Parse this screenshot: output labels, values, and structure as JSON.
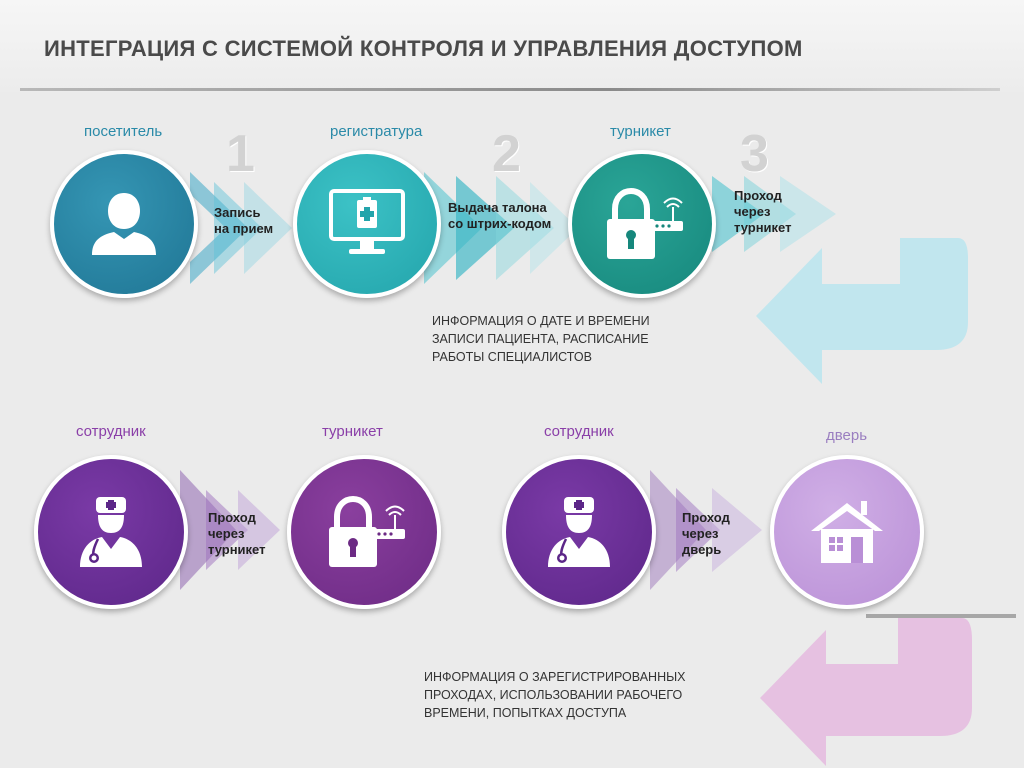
{
  "title": "ИНТЕГРАЦИЯ С СИСТЕМОЙ КОНТРОЛЯ И УПРАВЛЕНИЯ ДОСТУПОМ",
  "flow1": {
    "nodes": [
      {
        "label": "посетитель",
        "icon": "user-icon",
        "color": "#267f9e"
      },
      {
        "label": "регистратура",
        "icon": "monitor-icon",
        "color": "#2bb0b4"
      },
      {
        "label": "турникет",
        "icon": "lock-icon",
        "color": "#1f9a8c"
      }
    ],
    "numbers": [
      "1",
      "2",
      "3"
    ],
    "steps": [
      {
        "line1": "Запись",
        "line2": "на прием"
      },
      {
        "line1": "Выдача талона",
        "line2": "со штрих-кодом"
      },
      {
        "line1": "Проход",
        "line2": "через",
        "line3": "турникет"
      }
    ],
    "info": {
      "line1": "ИНФОРМАЦИЯ О ДАТЕ И ВРЕМЕНИ",
      "line2": "ЗАПИСИ ПАЦИЕНТА, РАСПИСАНИЕ",
      "line3": "РАБОТЫ СПЕЦИАЛИСТОВ"
    }
  },
  "flow2": {
    "nodes": [
      {
        "label": "сотрудник",
        "icon": "doctor-icon",
        "color": "#6a2f95"
      },
      {
        "label": "турникет",
        "icon": "lock-icon",
        "color": "#7b3590"
      },
      {
        "label": "сотрудник",
        "icon": "doctor-icon",
        "color": "#6a2f95"
      },
      {
        "label": "дверь",
        "icon": "house-icon",
        "color": "#c8a4e0"
      }
    ],
    "steps": [
      {
        "line1": "Проход",
        "line2": "через",
        "line3": "турникет"
      },
      {
        "line1": "Проход",
        "line2": "через",
        "line3": "дверь"
      }
    ],
    "info": {
      "line1": "ИНФОРМАЦИЯ О ЗАРЕГИСТРИРОВАННЫХ",
      "line2": "ПРОХОДАХ, ИСПОЛЬЗОВАНИИ РАБОЧЕГО",
      "line3": "ВРЕМЕНИ, ПОПЫТКАХ ДОСТУПА"
    }
  },
  "colors": {
    "teal_arrow": "#3ec0d0",
    "purple_arrow": "#8a5ab0",
    "return_arrow_teal": "#bfe6ee",
    "return_arrow_pink": "#e6bfe0"
  }
}
